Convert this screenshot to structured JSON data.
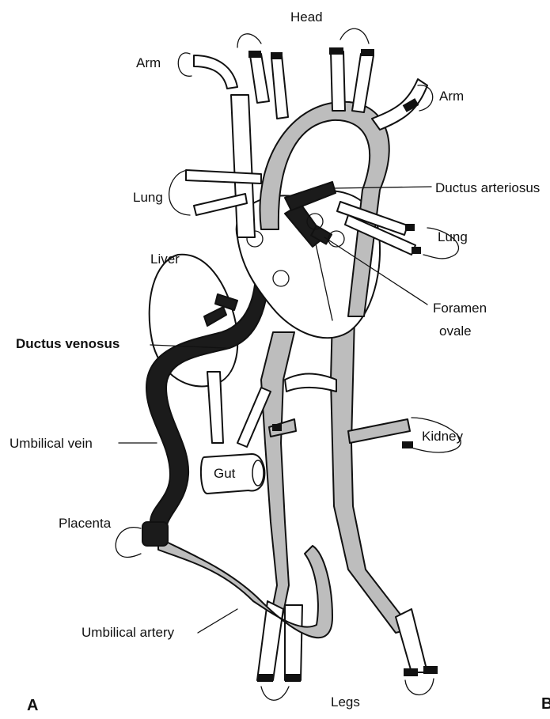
{
  "figure": {
    "panel_letter": "A",
    "cropped_letter": "B",
    "colors": {
      "oxygenated": "#1b1b1b",
      "mixed": "#bdbdbd",
      "deoxygenated": "#ffffff",
      "ink": "#111111"
    }
  },
  "labels": {
    "head": "Head",
    "arm_left": "Arm",
    "arm_right": "Arm",
    "ductus_arteriosus": "Ductus arteriosus",
    "lung_left": "Lung",
    "lung_right": "Lung",
    "liver": "Liver",
    "foramen_ovale_line1": "Foramen",
    "foramen_ovale_line2": "ovale",
    "ductus_venosus": "Ductus venosus",
    "umbilical_vein": "Umbilical vein",
    "kidney": "Kidney",
    "gut": "Gut",
    "placenta": "Placenta",
    "umbilical_artery": "Umbilical artery",
    "legs": "Legs"
  }
}
